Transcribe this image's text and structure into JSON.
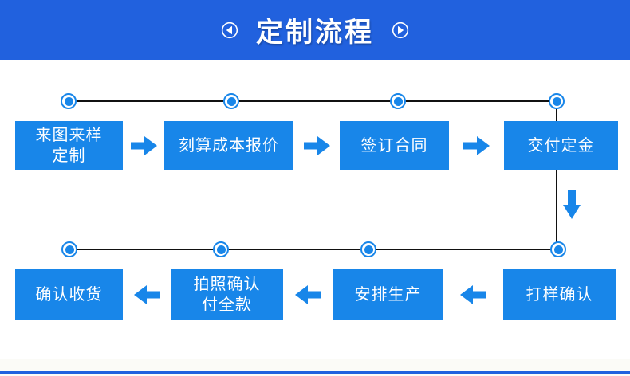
{
  "colors": {
    "header_blue": "#2161DE",
    "flow_blue": "#1886E9",
    "line_dark": "#111111"
  },
  "header": {
    "title": "定制流程",
    "left_icon": "circle-chevron-left",
    "right_icon": "circle-chevron-right"
  },
  "flow": {
    "row1": [
      {
        "label": "来图来样\n定制"
      },
      {
        "label": "刻算成本报价"
      },
      {
        "label": "签订合同"
      },
      {
        "label": "交付定金"
      }
    ],
    "row2": [
      {
        "label": "打样确认"
      },
      {
        "label": "安排生产"
      },
      {
        "label": "拍照确认\n付全款"
      },
      {
        "label": "确认收货"
      }
    ]
  }
}
